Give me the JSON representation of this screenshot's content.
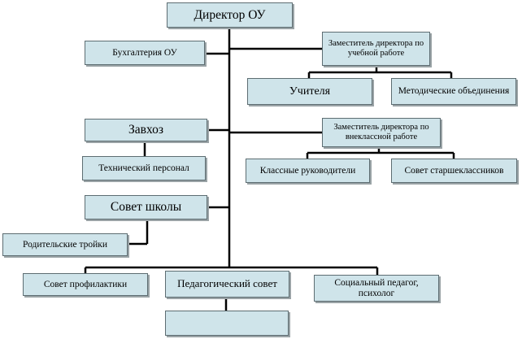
{
  "diagram": {
    "nodes": {
      "director": "Директор ОУ",
      "accounting": "Бухгалтерия ОУ",
      "deputy_academic": "Заместитель директора по учебной работе",
      "teachers": "Учителя",
      "methodical_units": "Методические объединения",
      "supply_manager": "Завхоз",
      "tech_staff": "Технический персонал",
      "deputy_extracurricular": "Заместитель директора по внеклассной работе",
      "class_teachers": "Классные руководители",
      "senior_council": "Совет старшеклассников",
      "school_council": "Совет школы",
      "parent_triads": "Родительские тройки",
      "prevention_council": "Совет профилактики",
      "pedagogical_council": "Педагогический совет",
      "social_pedagogue": "Социальный педагог, психолог",
      "unlabeled_box": ""
    },
    "colors": {
      "box_fill": "#cfe4ea",
      "box_border": "#5d6d72",
      "line": "#000000"
    }
  }
}
